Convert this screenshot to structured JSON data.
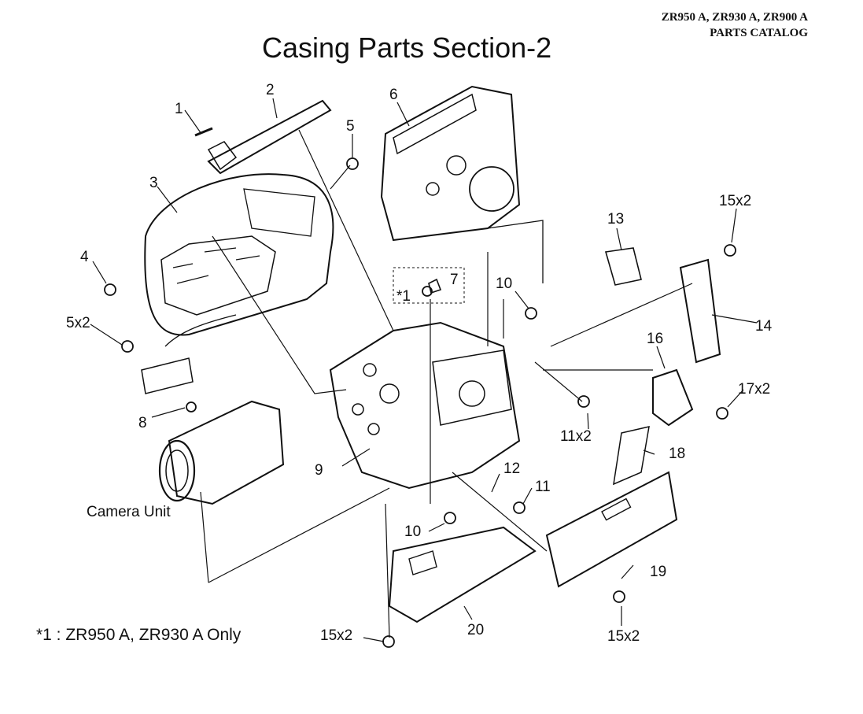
{
  "header": {
    "model_line": "ZR950 A, ZR930 A, ZR900 A",
    "catalog_line": "PARTS CATALOG"
  },
  "title": "Casing Parts Section-2",
  "footnote": "*1 : ZR950 A, ZR930 A Only",
  "camera_unit_label": "Camera Unit",
  "callouts": {
    "c1": "1",
    "c2": "2",
    "c3": "3",
    "c4": "4",
    "c5": "5",
    "c5x2": "5x2",
    "c6": "6",
    "c7": "7",
    "c_star1": "*1",
    "c8": "8",
    "c9": "9",
    "c10a": "10",
    "c10b": "10",
    "c11": "11",
    "c11x2": "11x2",
    "c12": "12",
    "c13": "13",
    "c14": "14",
    "c15x2a": "15x2",
    "c15x2b": "15x2",
    "c15x2c": "15x2",
    "c16": "16",
    "c17x2": "17x2",
    "c18": "18",
    "c19": "19",
    "c20": "20"
  }
}
